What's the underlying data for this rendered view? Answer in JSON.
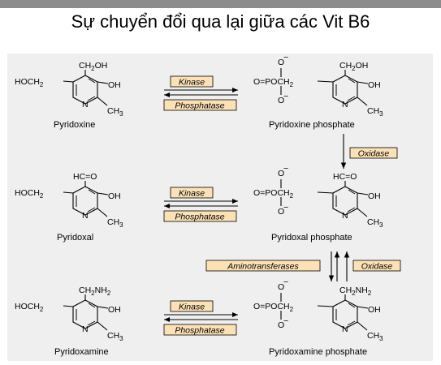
{
  "title": "Sự chuyển đổi qua lại giữa các Vit B6",
  "enzymes": {
    "kinase": "Kinase",
    "phosphatase": "Phosphatase",
    "oxidase": "Oxidase",
    "aminotransferases": "Aminotransferases"
  },
  "labels": {
    "hoch2": "HOCH",
    "sub2": "2",
    "ch2oh": "CH",
    "ch2oh_oh": "OH",
    "oh": "OH",
    "ch3": "CH",
    "sub3": "3",
    "n": "N",
    "hco": "HC=O",
    "ch2nh2_a": "CH",
    "ch2nh2_b": "NH",
    "o_minus": "O",
    "minus": "−",
    "phos": "O=POCH"
  },
  "compounds": {
    "pyridoxine": "Pyridoxine",
    "pyridoxine_phosphate": "Pyridoxine phosphate",
    "pyridoxal": "Pyridoxal",
    "pyridoxal_phosphate": "Pyridoxal phosphate",
    "pyridoxamine": "Pyridoxamine",
    "pyridoxamine_phosphate": "Pyridoxamine phosphate"
  },
  "colors": {
    "panel": "#efefef",
    "enzyme_box": "#fbe1b5",
    "top_bar": "#8c8c8c"
  }
}
